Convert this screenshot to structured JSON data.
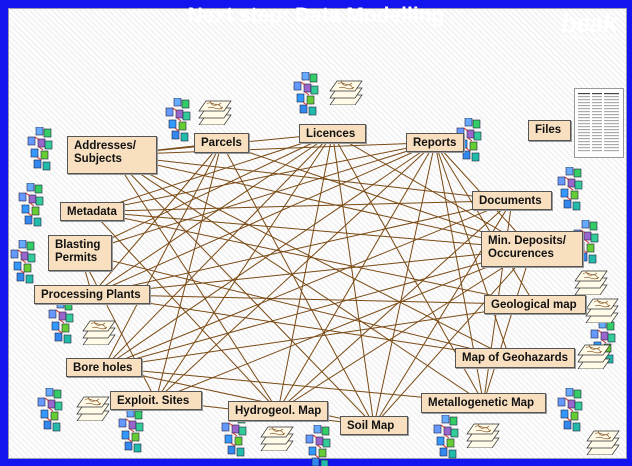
{
  "slide": {
    "title": "Next step: Data Modelling",
    "logo": {
      "wordmark": "beak",
      "subtitle": "CONSULTANTS"
    }
  },
  "colors": {
    "background": "#1414ee",
    "node_fill": "#f7dfc0",
    "edge": "#7a4a14",
    "title_text": "#ffffff"
  },
  "icons": {
    "data-table": "stacked-tables-icon",
    "map": "map-layers-icon",
    "file-list": "file-listing-icon"
  },
  "nodes": [
    {
      "id": "addresses",
      "label": "Addresses/\nSubjects"
    },
    {
      "id": "parcels",
      "label": "Parcels"
    },
    {
      "id": "licences",
      "label": "Licences"
    },
    {
      "id": "reports",
      "label": "Reports"
    },
    {
      "id": "files",
      "label": "Files"
    },
    {
      "id": "metadata",
      "label": "Metadata"
    },
    {
      "id": "documents",
      "label": "Documents"
    },
    {
      "id": "blasting",
      "label": "Blasting\nPermits"
    },
    {
      "id": "mindeposits",
      "label": "Min. Deposits/\nOccurences"
    },
    {
      "id": "processing",
      "label": "Processing Plants"
    },
    {
      "id": "geomap",
      "label": "Geological map"
    },
    {
      "id": "boreholes",
      "label": "Bore holes"
    },
    {
      "id": "geohazards",
      "label": "Map of Geohazards"
    },
    {
      "id": "exploit",
      "label": "Exploit. Sites"
    },
    {
      "id": "hydro",
      "label": "Hydrogeol. Map"
    },
    {
      "id": "soil",
      "label": "Soil Map"
    },
    {
      "id": "metallo",
      "label": "Metallogenetic Map"
    }
  ],
  "edges": [
    [
      "addresses",
      "reports"
    ],
    [
      "addresses",
      "documents"
    ],
    [
      "addresses",
      "mindeposits"
    ],
    [
      "addresses",
      "geohazards"
    ],
    [
      "addresses",
      "hydro"
    ],
    [
      "addresses",
      "soil"
    ],
    [
      "addresses",
      "metallo"
    ],
    [
      "parcels",
      "addresses"
    ],
    [
      "parcels",
      "processing"
    ],
    [
      "parcels",
      "boreholes"
    ],
    [
      "parcels",
      "exploit"
    ],
    [
      "parcels",
      "mindeposits"
    ],
    [
      "parcels",
      "soil"
    ],
    [
      "licences",
      "addresses"
    ],
    [
      "licences",
      "metadata"
    ],
    [
      "licences",
      "processing"
    ],
    [
      "licences",
      "boreholes"
    ],
    [
      "licences",
      "exploit"
    ],
    [
      "licences",
      "hydro"
    ],
    [
      "licences",
      "soil"
    ],
    [
      "licences",
      "metallo"
    ],
    [
      "licences",
      "mindeposits"
    ],
    [
      "licences",
      "blasting"
    ],
    [
      "reports",
      "metadata"
    ],
    [
      "reports",
      "processing"
    ],
    [
      "reports",
      "boreholes"
    ],
    [
      "reports",
      "exploit"
    ],
    [
      "reports",
      "hydro"
    ],
    [
      "reports",
      "soil"
    ],
    [
      "reports",
      "metallo"
    ],
    [
      "reports",
      "mindeposits"
    ],
    [
      "reports",
      "geomap"
    ],
    [
      "reports",
      "geohazards"
    ],
    [
      "reports",
      "blasting"
    ],
    [
      "metadata",
      "documents"
    ],
    [
      "metadata",
      "mindeposits"
    ],
    [
      "metadata",
      "geomap"
    ],
    [
      "metadata",
      "hydro"
    ],
    [
      "processing",
      "documents"
    ],
    [
      "processing",
      "mindeposits"
    ],
    [
      "processing",
      "geomap"
    ],
    [
      "processing",
      "geohazards"
    ],
    [
      "boreholes",
      "documents"
    ],
    [
      "boreholes",
      "mindeposits"
    ],
    [
      "boreholes",
      "geomap"
    ],
    [
      "boreholes",
      "metallo"
    ],
    [
      "boreholes",
      "soil"
    ],
    [
      "exploit",
      "mindeposits"
    ],
    [
      "exploit",
      "soil"
    ],
    [
      "blasting",
      "processing"
    ],
    [
      "blasting",
      "exploit"
    ],
    [
      "blasting",
      "geohazards"
    ],
    [
      "hydro",
      "documents"
    ],
    [
      "hydro",
      "mindeposits"
    ],
    [
      "soil",
      "mindeposits"
    ],
    [
      "soil",
      "documents"
    ],
    [
      "metallo",
      "mindeposits"
    ],
    [
      "metallo",
      "documents"
    ]
  ]
}
